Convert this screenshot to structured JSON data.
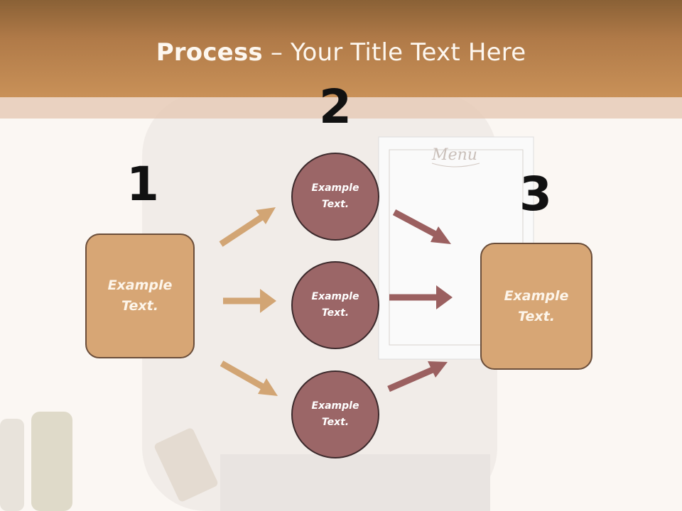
{
  "title": {
    "strong": "Process",
    "rest": " – Your Title Text Here"
  },
  "numbers": [
    "1",
    "2",
    "3"
  ],
  "left_box": {
    "label": "Example\nText."
  },
  "circles": [
    {
      "label": "Example\nText."
    },
    {
      "label": "Example\nText."
    },
    {
      "label": "Example\nText."
    }
  ],
  "right_box": {
    "label": "Example\nText."
  },
  "colors": {
    "header": "#b07a48",
    "box_fill": "#d7a675",
    "circle_fill": "#9b6667",
    "tan_arrow": "#d2a574",
    "mauve_arrow": "#9b6060"
  },
  "background_image": {
    "menu_text": "Menu"
  }
}
